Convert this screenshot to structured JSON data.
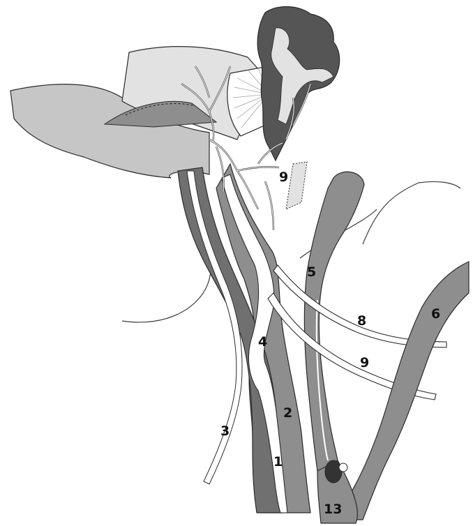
{
  "diagram": {
    "labels": {
      "l1": "1",
      "l2": "2",
      "l3": "3",
      "l4": "4",
      "l5": "5",
      "l6": "6",
      "l8": "8",
      "l9_upper": "9",
      "l9_lower": "9",
      "l13": "13"
    },
    "colors": {
      "dark": "#555555",
      "mid": "#8e8e8e",
      "light": "#c6c6c6",
      "pale": "#e2e2e2",
      "white": "#ffffff",
      "outline": "#2a2a2a"
    }
  }
}
